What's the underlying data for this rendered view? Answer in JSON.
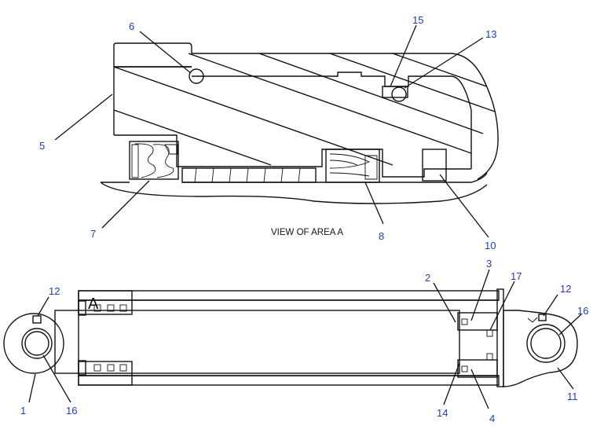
{
  "view_caption": "VIEW OF AREA A",
  "area_label": "A",
  "callouts": {
    "c1": "1",
    "c2": "2",
    "c3": "3",
    "c4": "4",
    "c5": "5",
    "c6": "6",
    "c7": "7",
    "c8": "8",
    "c10": "10",
    "c11": "11",
    "c12_left": "12",
    "c12_right": "12",
    "c13": "13",
    "c14": "14",
    "c15": "15",
    "c16_left": "16",
    "c16_right": "16",
    "c17": "17"
  },
  "colors": {
    "callout": "#1a3fb8",
    "line": "#111111"
  }
}
